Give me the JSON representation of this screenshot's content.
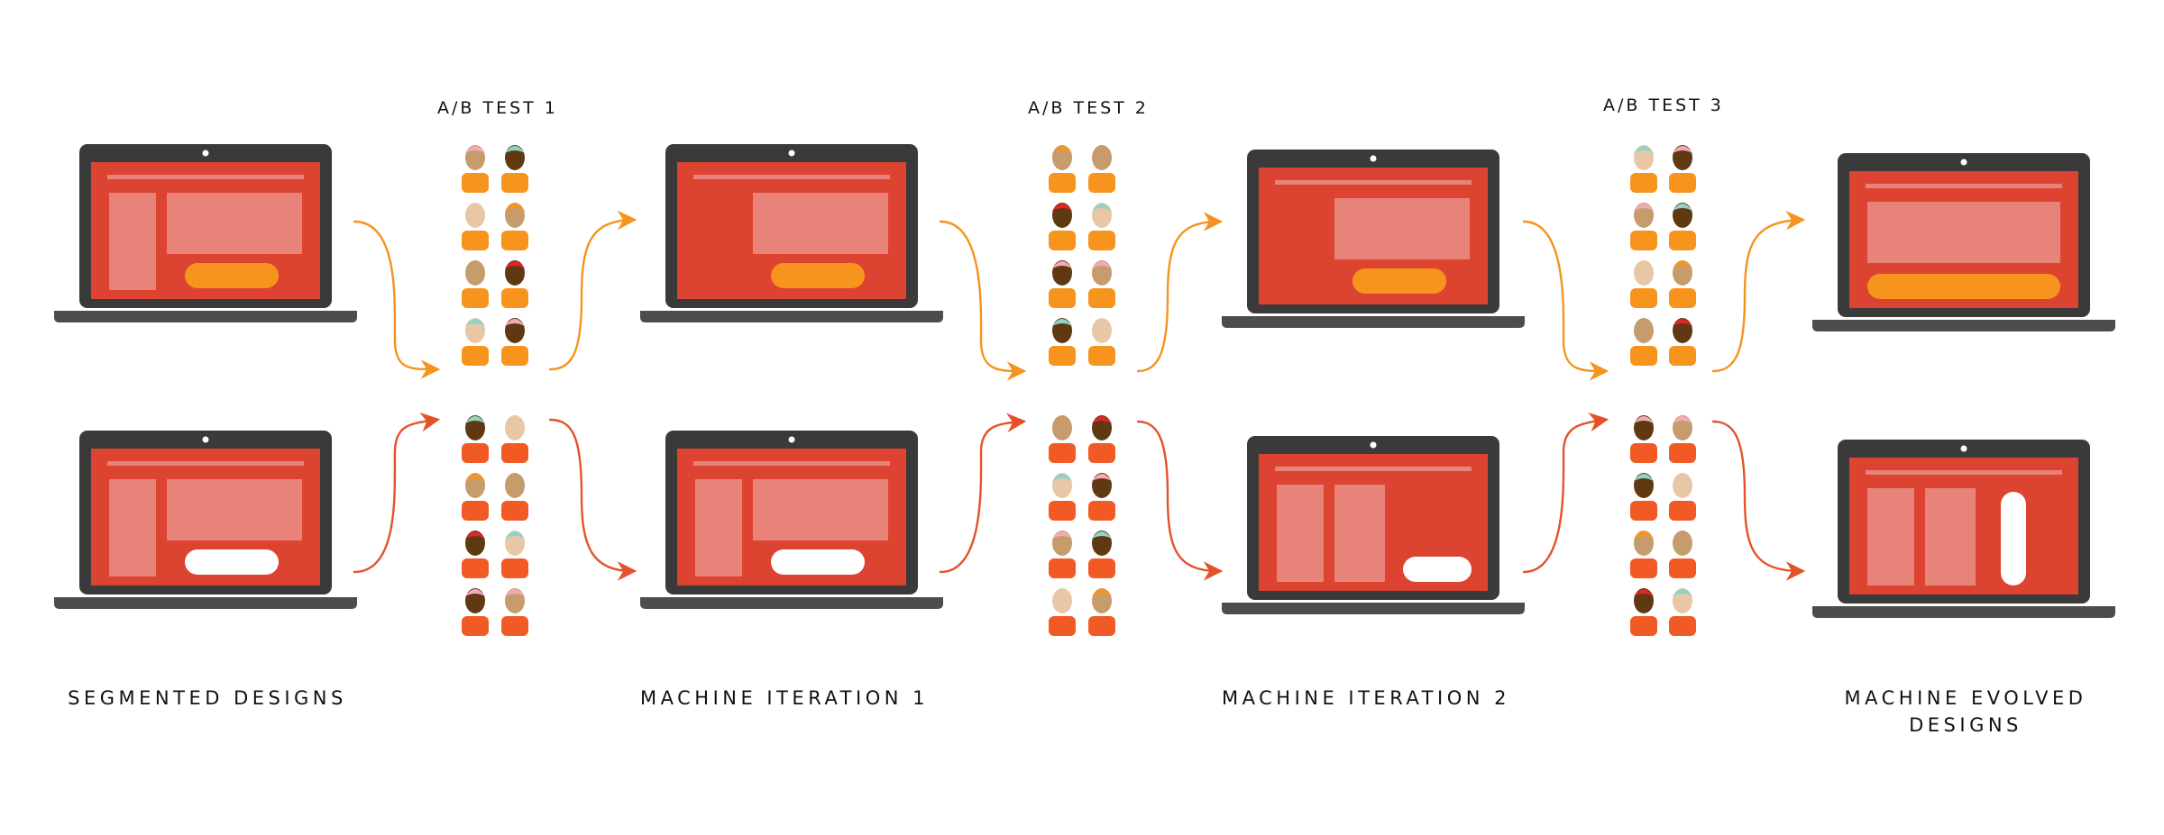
{
  "tests": [
    {
      "label": "A/B TEST 1"
    },
    {
      "label": "A/B TEST 2"
    },
    {
      "label": "A/B TEST 3"
    }
  ],
  "stages": [
    {
      "label": "SEGMENTED DESIGNS"
    },
    {
      "label": "MACHINE ITERATION 1"
    },
    {
      "label": "MACHINE ITERATION 2"
    },
    {
      "label": "MACHINE EVOLVED DESIGNS",
      "line1": "MACHINE EVOLVED",
      "line2": "DESIGNS"
    }
  ],
  "colors": {
    "screen": "#dc4331",
    "panel": "#e8837a",
    "laptop_body": "#3a3a3a",
    "laptop_base": "#4d4d4d",
    "arrow_top": "#f5931e",
    "arrow_bottom": "#e5522a",
    "cta_orange": "#f7941d",
    "cta_white": "#ffffff",
    "body_top": "#f7941d",
    "body_bottom": "#f15a24",
    "skin_light": "#e8c7a6",
    "skin_mid": "#c69c6d",
    "skin_dark": "#603913",
    "hair_teal": "#8fd4c4",
    "hair_pink": "#f5a9b8",
    "hair_red": "#e0262a"
  },
  "laptops": [
    {
      "id": "segmented-top",
      "layout": "sidebar-image-button",
      "button": "orange"
    },
    {
      "id": "segmented-bottom",
      "layout": "sidebar-image-button",
      "button": "white"
    },
    {
      "id": "iteration1-top",
      "layout": "image-button",
      "button": "orange"
    },
    {
      "id": "iteration1-bottom",
      "layout": "sidebar-image-button",
      "button": "white"
    },
    {
      "id": "iteration2-top",
      "layout": "image-button",
      "button": "orange"
    },
    {
      "id": "iteration2-bottom",
      "layout": "two-columns-button",
      "button": "white"
    },
    {
      "id": "evolved-top",
      "layout": "image-wide-button",
      "button": "orange"
    },
    {
      "id": "evolved-bottom",
      "layout": "two-columns-vertical-button",
      "button": "white"
    }
  ]
}
